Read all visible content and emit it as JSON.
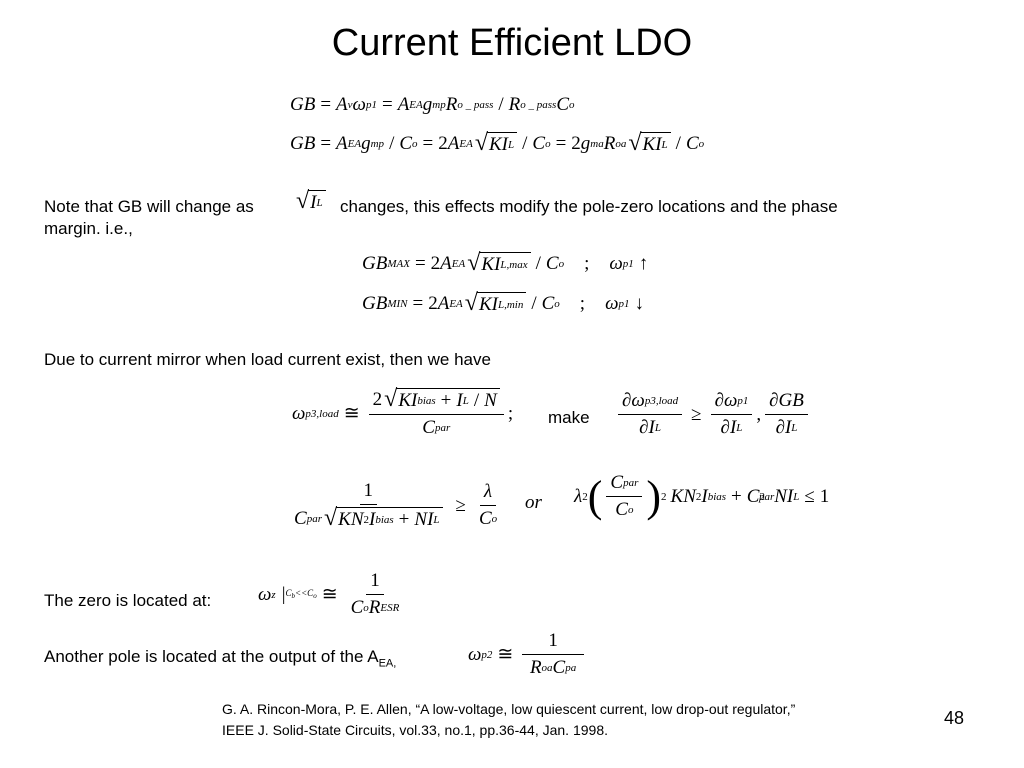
{
  "slide": {
    "title": "Current Efficient LDO",
    "note_line1_before": "Note that GB will change as",
    "note_line1_after": "changes, this effects modify the pole-zero locations and the phase",
    "note_line2": "margin. i.e.,",
    "mirror_text": "Due to current mirror when load current exist, then we have",
    "make_label": "make",
    "or_label": "or",
    "zero_text": "The zero is located at:",
    "pole_text_before": "Another pole is located at the output of the A",
    "pole_text_sub": "EA,",
    "reference_line1": "G. A. Rincon-Mora, P. E. Allen, “A low-voltage, low quiescent current, low drop-out regulator,”",
    "reference_line2": "IEEE J. Solid-State Circuits, vol.33, no.1, pp.36-44, Jan. 1998.",
    "page_number": "48"
  },
  "equations": {
    "eq1": "GB = Av·ωp1 = AEA·gmp·Ro_pass / Ro_pass·Co",
    "eq2": "GB = AEA·gmp / Co = 2AEA·√(K·IL) / Co = 2·gma·Roa·√(K·IL) / Co",
    "eq_max": "GBMAX = 2AEA·√(K·IL,max) / Co ; ωp1 ↑",
    "eq_min": "GBMIN = 2AEA·√(K·IL,min) / Co ; ωp1 ↓",
    "eq_p3": "ωp3,load ≅ 2√(K·Ibias + IL/N) / Cpar ;",
    "eq_make": "∂ωp3,load/∂IL ≥ ∂ωp1/∂IL , ∂GB/∂IL",
    "eq_ineq": "1 / (Cpar·√(KN²Ibias + NIL)) ≥ λ/Co",
    "eq_or": "λ²(Cpar/Co)²·KN²Ibias + C²par·NIL ≤ 1",
    "eq_zero": "ωz |Cb<<Co ≅ 1 / Co·RESR",
    "eq_pole": "ωp2 ≅ 1 / Roa·Cpa"
  }
}
